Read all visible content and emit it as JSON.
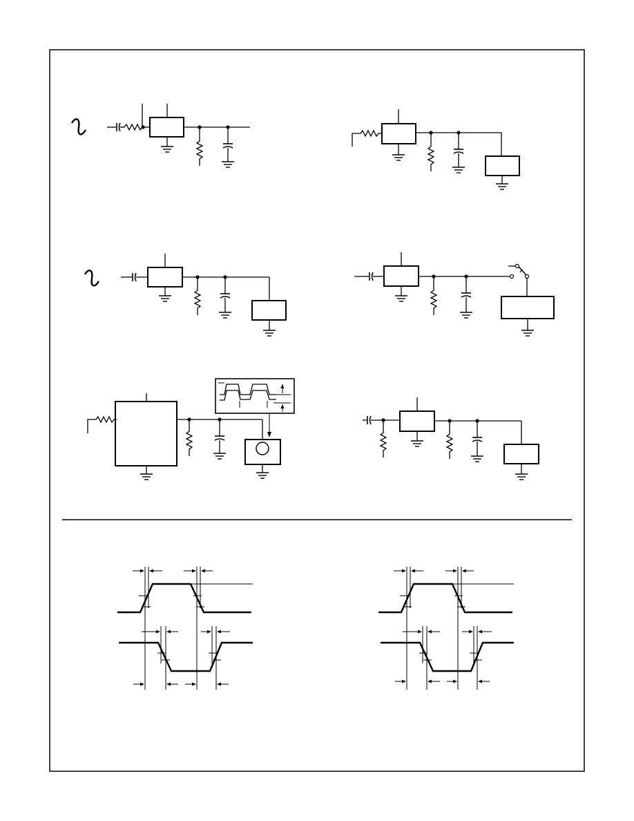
{
  "page": {
    "background": "#ffffff",
    "ink": "#000000"
  },
  "sections": [
    {
      "id": "test-circuits",
      "circuit_count": 6
    },
    {
      "id": "timing-waveforms",
      "waveform_count": 2
    }
  ],
  "circuits": [
    {
      "name": "ac-source-input-circuit",
      "parts": [
        "ac-source-icon",
        "coupling-capacitor",
        "input-resistor",
        "device-box",
        "load-resistor",
        "load-capacitor",
        "ground-symbol"
      ]
    },
    {
      "name": "resistor-input-circuit",
      "parts": [
        "input-resistor",
        "device-box",
        "load-resistor",
        "load-capacitor",
        "termination-box",
        "ground-symbol"
      ]
    },
    {
      "name": "ac-source-terminated-circuit",
      "parts": [
        "ac-source-icon",
        "coupling-capacitor",
        "device-box",
        "load-resistor",
        "load-capacitor",
        "termination-box",
        "ground-symbol"
      ]
    },
    {
      "name": "switched-load-circuit",
      "parts": [
        "coupling-capacitor",
        "device-box",
        "load-resistor",
        "load-capacitor",
        "switch",
        "termination-box",
        "ground-symbol"
      ]
    },
    {
      "name": "oscilloscope-circuit",
      "parts": [
        "input-resistor",
        "device-box",
        "load-resistor",
        "load-capacitor",
        "scope-box",
        "waveform-inset",
        "ground-symbol"
      ]
    },
    {
      "name": "shunt-input-circuit",
      "parts": [
        "coupling-capacitor",
        "shunt-resistor",
        "device-box",
        "load-resistor",
        "load-capacitor",
        "termination-box",
        "ground-symbol"
      ]
    }
  ],
  "waveforms": [
    {
      "name": "switching-waveform-left",
      "traces": [
        "input-pulse",
        "output-pulse"
      ],
      "markers": 8
    },
    {
      "name": "switching-waveform-right",
      "traces": [
        "input-pulse",
        "output-pulse"
      ],
      "markers": 8
    }
  ]
}
